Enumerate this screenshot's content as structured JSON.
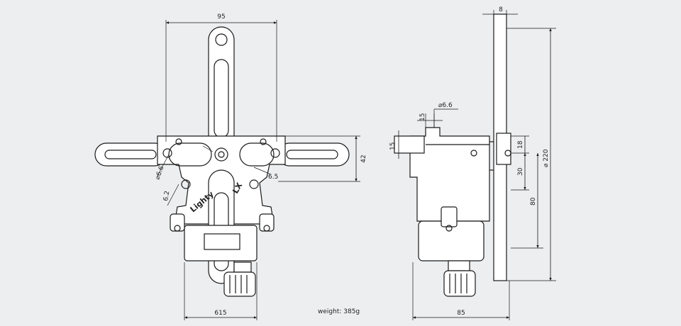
{
  "colors": {
    "background": "#eceeef",
    "line": "#1a1a1a",
    "part_fill": "#ffffff"
  },
  "front_view": {
    "dimensions": {
      "width_top": "95",
      "hole_dia_left": "⌀6.6",
      "offset_left": "6.2",
      "angle_right": "6.5",
      "height_right": "42",
      "width_bottom": "615"
    },
    "logo_text_1": "Lighty",
    "logo_text_2": "LX",
    "weight_label": "weight: 385g"
  },
  "side_view": {
    "dimensions": {
      "top_offset": "8",
      "hole_dia": "⌀6.6",
      "width_15_top": "15",
      "height_15_left": "15",
      "height_18": "18",
      "height_30": "30",
      "height_80": "80",
      "overall_dia": "⌀ 220",
      "width_bottom": "85"
    }
  }
}
